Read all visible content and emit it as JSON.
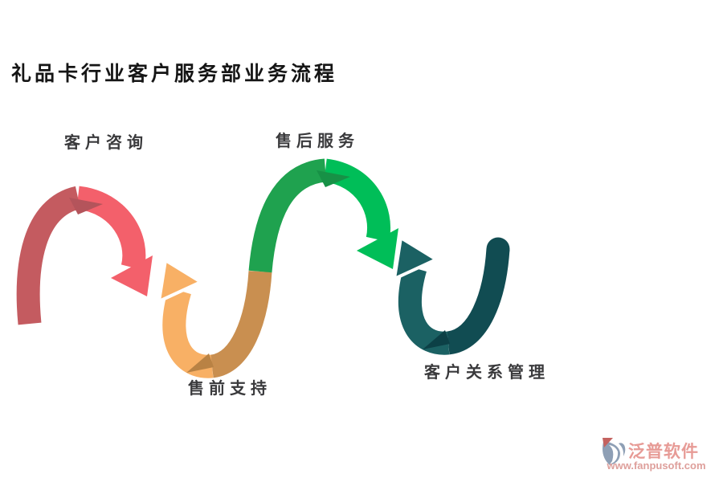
{
  "title": {
    "text": "礼品卡行业客户服务部业务流程",
    "color": "#151515"
  },
  "diagram": {
    "type": "process-flow-wave",
    "label_color": "#3a3a3c",
    "steps": [
      {
        "label": "客户咨询",
        "shape": "arch-with-down-arrow",
        "colors": {
          "back": "#c45b60",
          "front": "#f3606b",
          "fold": "#b4545b"
        }
      },
      {
        "label": "售前支持",
        "shape": "dip-with-up-arrow",
        "colors": {
          "front": "#f8b065",
          "back": "#c98f50",
          "fold": "#b98244"
        }
      },
      {
        "label": "售后服务",
        "shape": "arch-with-down-arrow",
        "colors": {
          "back": "#1fa24f",
          "front": "#00be58",
          "fold": "#179146"
        }
      },
      {
        "label": "客户关系管理",
        "shape": "dip-with-up-arrow",
        "colors": {
          "front": "#1b6163",
          "back": "#114c52",
          "fold": "#0c4046"
        }
      }
    ]
  },
  "footer": {
    "brand": "泛普软件",
    "brand_color": "#e79b96",
    "url": "www.fanpusoft.com",
    "url_color": "#de9f9b",
    "logo_icon": "fanpu-swirl-icon",
    "logo_colors": {
      "main": "#8e9fb5",
      "accent": "#c4625f"
    }
  },
  "background_color": "#ffffff"
}
